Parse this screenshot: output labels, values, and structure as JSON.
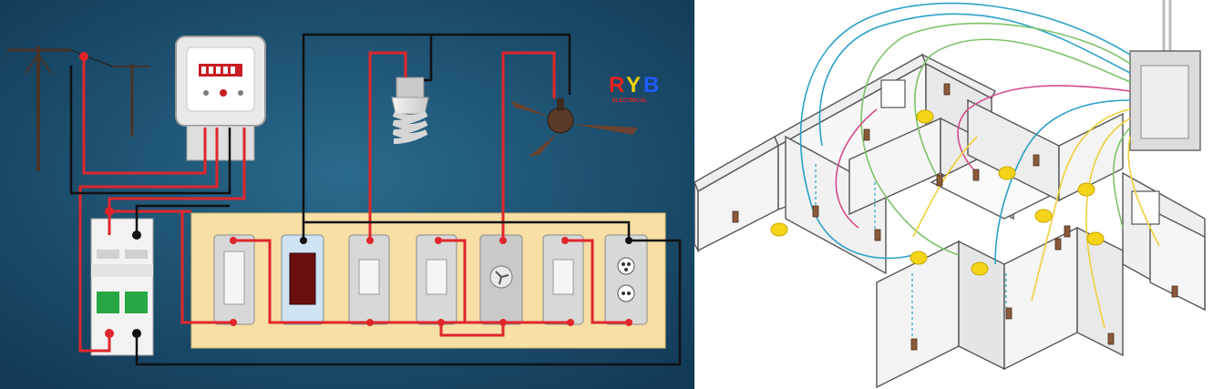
{
  "left_diagram": {
    "logo": {
      "letters": [
        "R",
        "Y",
        "B"
      ],
      "colors": [
        "#e8221e",
        "#f4d20a",
        "#1f5cff"
      ],
      "tagline": "ELECTRICAL"
    },
    "colors": {
      "background": "#1d4a6a",
      "live_wire": "#e0262c",
      "neutral_wire": "#111111",
      "board": "#f7dfa5",
      "switch_plate": "#d8d8d8"
    },
    "components": [
      "utility-pole",
      "energy-meter",
      "mcb-breaker",
      "switch-board",
      "cfl-bulb",
      "ceiling-fan",
      "indicator-lamp",
      "fan-regulator",
      "socket"
    ]
  },
  "right_diagram": {
    "colors": {
      "wall": "#eeeeee",
      "outline": "#555555",
      "wire_blue": "#2aa1c9",
      "wire_green": "#7cc36a",
      "wire_pink": "#d44b8c",
      "wire_yellow": "#f0cf3a",
      "fixture": "#f4d418"
    }
  }
}
